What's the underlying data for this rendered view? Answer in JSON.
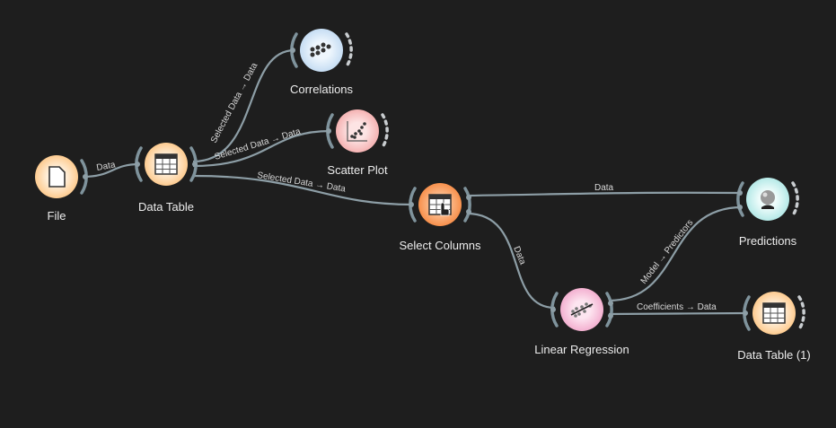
{
  "nodes": {
    "file": {
      "title": "File",
      "icon": "file-icon",
      "color": "#fdd3a0"
    },
    "data_table": {
      "title": "Data Table",
      "icon": "table-icon",
      "color": "#fdd3a0"
    },
    "correlations": {
      "title": "Correlations",
      "icon": "correlations-icon",
      "color": "#d3e6f6"
    },
    "scatter_plot": {
      "title": "Scatter Plot",
      "icon": "scatter-plot-icon",
      "color": "#f8c4c4"
    },
    "select_columns": {
      "title": "Select Columns",
      "icon": "select-columns-icon",
      "color": "#f8a468"
    },
    "predictions": {
      "title": "Predictions",
      "icon": "crystal-ball-icon",
      "color": "#c8efee"
    },
    "linear_regression": {
      "title": "Linear Regression",
      "icon": "regression-icon",
      "color": "#f6c3dc"
    },
    "data_table_1": {
      "title": "Data Table (1)",
      "icon": "table-icon",
      "color": "#fdd3a0"
    }
  },
  "links": {
    "file_to_table": "Data",
    "table_to_corr": "Selected Data → Data",
    "table_to_scatter": "Selected Data → Data",
    "table_to_select": "Selected Data → Data",
    "select_to_pred": "Data",
    "select_to_lr": "Data",
    "lr_to_pred": "Model → Predictors",
    "lr_to_table1": "Coefficients → Data"
  }
}
